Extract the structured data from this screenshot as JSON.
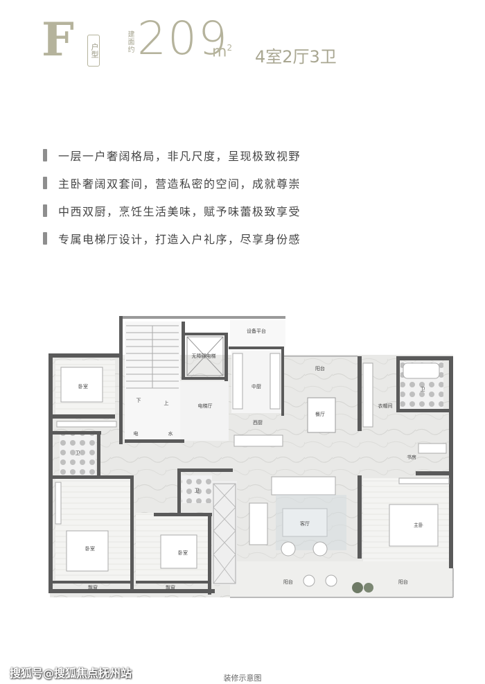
{
  "header": {
    "type_letter": "F",
    "type_label": "户型",
    "area_prefix": "建面约",
    "area_value": "209",
    "area_unit": "m",
    "area_unit_sup": "2",
    "rooms": "4室2厅3卫"
  },
  "features": [
    "一层一户奢阔格局，非凡尺度，呈现极致视野",
    "主卧奢阔双套间，营造私密的空间，成就尊崇",
    "中西双厨，烹饪生活美味，赋予味蕾极致享受",
    "专属电梯厅设计，打造入户礼序，尽享身份感"
  ],
  "plan_labels": {
    "equipment": "设备平台",
    "elevator": "无障碍电梯",
    "balcony_top": "阳台",
    "bedroom_1": "卧室",
    "down": "下",
    "up": "上",
    "elevator_hall": "电梯厅",
    "chinese_kitchen": "中厨",
    "dining": "餐厅",
    "western_kitchen": "西厨",
    "closet": "衣帽间",
    "bath_right": "卫",
    "electric": "电",
    "water": "水",
    "bath_left": "卫",
    "bath_mid": "卫",
    "study": "书房",
    "living": "客厅",
    "master_bedroom": "主卧",
    "bedroom_2": "卧室",
    "bedroom_3": "卧室",
    "bay_window_1": "飘窗",
    "bay_window_2": "飘窗",
    "balcony_mid": "阳台",
    "balcony_right": "阳台"
  },
  "watermark": "搜狐号@搜狐焦点抚州站",
  "caption": "装修示意图"
}
